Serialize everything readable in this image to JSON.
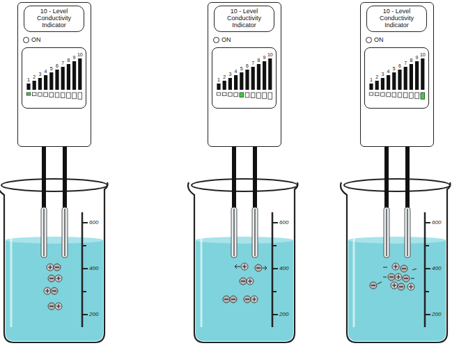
{
  "diagram": {
    "nodes": [
      {
        "text": [
          "ON"
        ]
      },
      {
        "text": [
          "10 - Level Conductivity Indicator"
        ],
        "in": 0
      },
      {
        "text": [
          "1",
          "2",
          "3",
          "4",
          "5",
          "6",
          "7",
          "8",
          "9",
          "10"
        ],
        "in": 0
      },
      {
        "text": [
          "ON"
        ]
      },
      {
        "text": [
          "10 - Level Conductivity Indicator"
        ],
        "in": 3
      },
      {
        "text": [
          "1",
          "2",
          "3",
          "4",
          "5",
          "6",
          "7",
          "8",
          "9",
          "10"
        ],
        "in": 3
      },
      {
        "text": [
          "ON"
        ]
      },
      {
        "text": [
          "10 - Level Conductivity Indicator"
        ],
        "in": 6
      },
      {
        "text": [
          "1",
          "2",
          "3",
          "4",
          "5",
          "6",
          "7",
          "8",
          "9",
          "10"
        ],
        "in": 6
      }
    ],
    "edges": [],
    "labels": [
      "600",
      "400",
      "200",
      "600",
      "400",
      "200",
      "600",
      "400",
      "200"
    ]
  }
}
